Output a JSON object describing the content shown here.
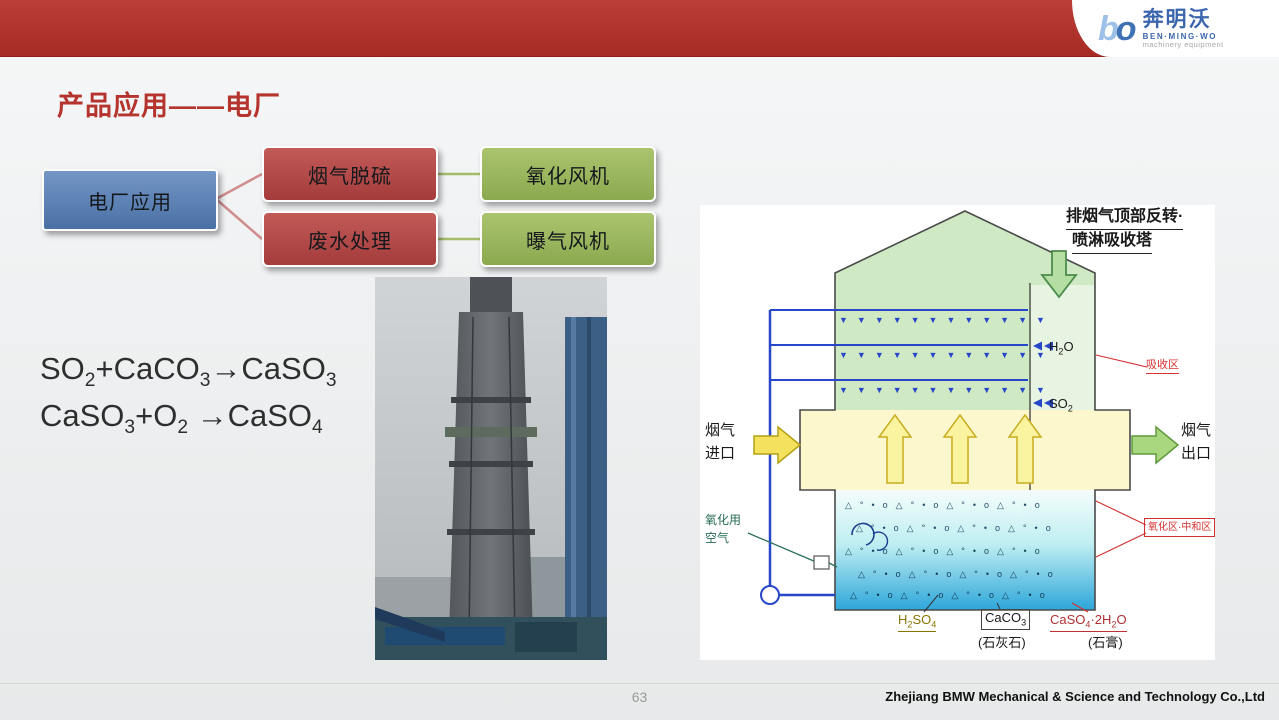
{
  "header": {
    "logo_mark_b": "b",
    "logo_mark_o": "o",
    "logo_name": "奔明沃",
    "logo_sub": "BEN·MING·WO",
    "logo_tagline": "machinery equipment"
  },
  "title": "产品应用——电厂",
  "flowchart": {
    "root": "电厂应用",
    "branch1": "烟气脱硫",
    "branch2": "废水处理",
    "leaf1": "氧化风机",
    "leaf2": "曝气风机"
  },
  "formulas": {
    "f1": {
      "p1": "SO",
      "s1": "2",
      "p2": "+CaCO",
      "s2": "3",
      "p3": "→CaSO",
      "s3": "3"
    },
    "f2": {
      "p1": "CaSO",
      "s1": "3",
      "p2": "+O",
      "s2": "2",
      "p3": " →CaSO",
      "s3": "4"
    }
  },
  "diagram": {
    "title_line1": "排烟气顶部反转·",
    "title_line2": "喷淋吸收塔",
    "inlet_line1": "烟气",
    "inlet_line2": "进口",
    "outlet_line1": "烟气",
    "outlet_line2": "出口",
    "h2o": {
      "p1": "H",
      "s1": "2",
      "p2": "O"
    },
    "so2": {
      "p1": "SO",
      "s1": "2"
    },
    "absorption_zone": "吸收区",
    "oxidation_zone": "氧化区·中和区",
    "air_line1": "氧化用",
    "air_line2": "空气",
    "h2so4": {
      "p1": "H",
      "s1": "2",
      "p2": "SO",
      "s2": "4"
    },
    "caco3": {
      "p1": "CaCO",
      "s1": "3"
    },
    "caso4": {
      "p1": "CaSO",
      "s1": "4",
      "p2": "·2H",
      "s2": "2",
      "p3": "O"
    },
    "limestone": "(石灰石)",
    "gypsum": "(石膏)",
    "spray_glyphs": "▼▼▼▼▼▼▼▼▼▼▼▼",
    "particle_glyphs": "△°•o△°•o△°•o△°•o"
  },
  "footer": {
    "page_number": "63",
    "company": "Zhejiang BMW Mechanical &amp; Science and Technology Co.,Ltd"
  }
}
